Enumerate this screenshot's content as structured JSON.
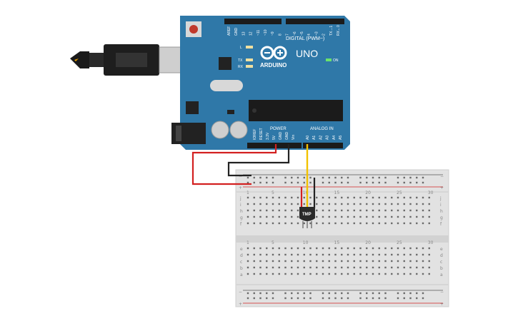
{
  "board": {
    "brand": "ARDUINO",
    "model": "UNO",
    "on_label": "ON",
    "digital_label": "DIGITAL (PWM~)",
    "power_label": "POWER",
    "analog_label": "ANALOG IN",
    "led_l": "L",
    "led_tx": "TX",
    "led_rx": "RX",
    "top_pins": [
      "AREF",
      "GND",
      "13",
      "12",
      "~11",
      "~10",
      "~9",
      "8",
      "7",
      "~6",
      "~5",
      "4",
      "~3",
      "2",
      "TX→1",
      "RX←0"
    ],
    "power_pins": [
      "IOREF",
      "RESET",
      "3.3V",
      "5V",
      "GND",
      "GND",
      "Vin"
    ],
    "analog_pins": [
      "A0",
      "A1",
      "A2",
      "A3",
      "A4",
      "A5"
    ]
  },
  "sensor": {
    "label": "TMP"
  },
  "breadboard": {
    "rail_plus": "+",
    "rail_minus": "−",
    "row_letters_top": [
      "j",
      "i",
      "h",
      "g",
      "f"
    ],
    "row_letters_bottom": [
      "e",
      "d",
      "c",
      "b",
      "a"
    ],
    "columns": [
      "1",
      "5",
      "10",
      "15",
      "20",
      "25",
      "30"
    ]
  },
  "colors": {
    "board": "#2f78a8",
    "wire_red": "#d32020",
    "wire_black": "#222222",
    "wire_yellow": "#f2c200",
    "breadboard": "#e2e2e2"
  }
}
